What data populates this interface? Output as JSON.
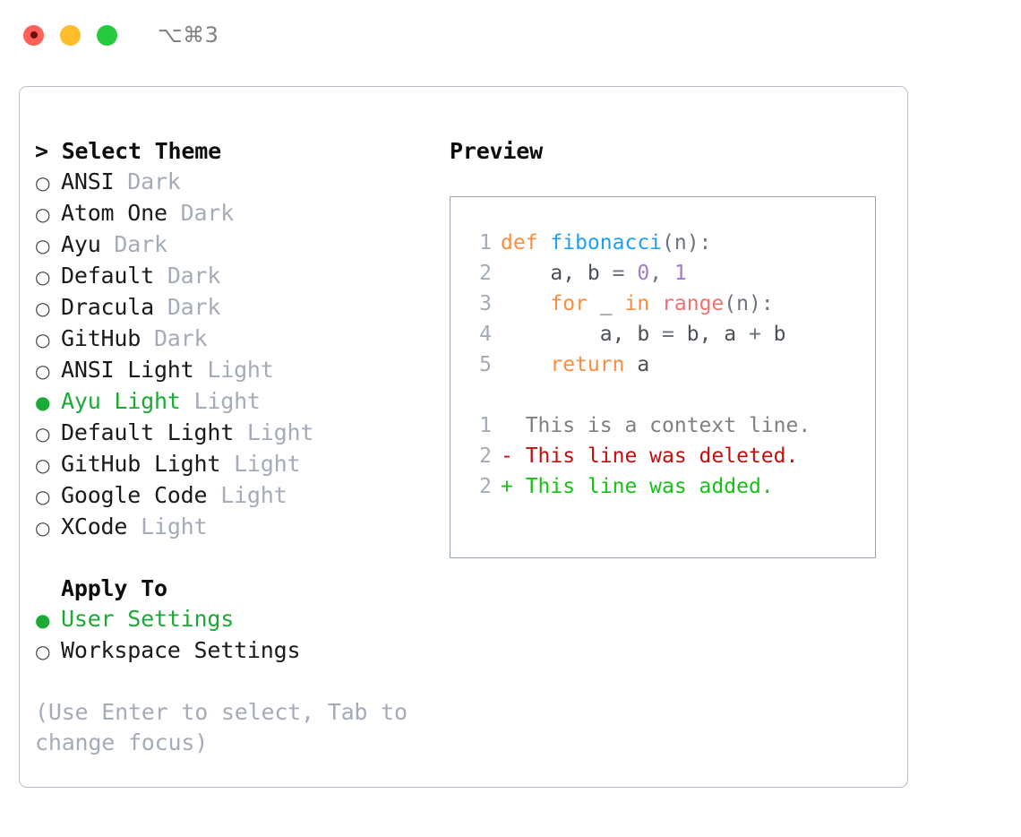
{
  "titlebar": {
    "lights": [
      {
        "name": "close-button",
        "color": "#ff6158"
      },
      {
        "name": "minimize-button",
        "color": "#ffbd2e"
      },
      {
        "name": "maximize-button",
        "color": "#27c93f"
      }
    ],
    "shortcut": "⌥⌘3"
  },
  "theme_list": {
    "header": "> Select Theme",
    "items": [
      {
        "marker": "○",
        "selected": false,
        "label": "ANSI",
        "suffix": "Dark"
      },
      {
        "marker": "○",
        "selected": false,
        "label": "Atom One",
        "suffix": "Dark"
      },
      {
        "marker": "○",
        "selected": false,
        "label": "Ayu",
        "suffix": "Dark"
      },
      {
        "marker": "○",
        "selected": false,
        "label": "Default",
        "suffix": "Dark"
      },
      {
        "marker": "○",
        "selected": false,
        "label": "Dracula",
        "suffix": "Dark"
      },
      {
        "marker": "○",
        "selected": false,
        "label": "GitHub",
        "suffix": "Dark"
      },
      {
        "marker": "○",
        "selected": false,
        "label": "ANSI Light",
        "suffix": "Light"
      },
      {
        "marker": "●",
        "selected": true,
        "label": "Ayu Light",
        "suffix": "Light"
      },
      {
        "marker": "○",
        "selected": false,
        "label": "Default Light",
        "suffix": "Light"
      },
      {
        "marker": "○",
        "selected": false,
        "label": "GitHub Light",
        "suffix": "Light"
      },
      {
        "marker": "○",
        "selected": false,
        "label": "Google Code",
        "suffix": "Light"
      },
      {
        "marker": "○",
        "selected": false,
        "label": "XCode",
        "suffix": "Light"
      }
    ]
  },
  "apply_to": {
    "header": "Apply To",
    "items": [
      {
        "marker": "●",
        "selected": true,
        "label": "User Settings",
        "suffix": ""
      },
      {
        "marker": "○",
        "selected": false,
        "label": "Workspace Settings",
        "suffix": ""
      }
    ]
  },
  "hint": "(Use Enter to select, Tab to change focus)",
  "preview": {
    "title": "Preview",
    "code_lines": [
      {
        "number": "1",
        "tokens": [
          {
            "text": "def ",
            "type": "kw"
          },
          {
            "text": "fibonacci",
            "type": "fn"
          },
          {
            "text": "(n):",
            "type": "pn"
          }
        ]
      },
      {
        "number": "2",
        "tokens": [
          {
            "text": "    a, b ",
            "type": "plain"
          },
          {
            "text": "= ",
            "type": "pn"
          },
          {
            "text": "0",
            "type": "num"
          },
          {
            "text": ", ",
            "type": "pn"
          },
          {
            "text": "1",
            "type": "num"
          }
        ]
      },
      {
        "number": "3",
        "tokens": [
          {
            "text": "    ",
            "type": "plain"
          },
          {
            "text": "for ",
            "type": "kw"
          },
          {
            "text": "_ ",
            "type": "plain"
          },
          {
            "text": "in ",
            "type": "kw"
          },
          {
            "text": "range",
            "type": "bi"
          },
          {
            "text": "(n):",
            "type": "pn"
          }
        ]
      },
      {
        "number": "4",
        "tokens": [
          {
            "text": "        a, b ",
            "type": "plain"
          },
          {
            "text": "= ",
            "type": "pn"
          },
          {
            "text": "b, a ",
            "type": "plain"
          },
          {
            "text": "+ ",
            "type": "pn"
          },
          {
            "text": "b",
            "type": "plain"
          }
        ]
      },
      {
        "number": "5",
        "tokens": [
          {
            "text": "    ",
            "type": "plain"
          },
          {
            "text": "return ",
            "type": "kw"
          },
          {
            "text": "a",
            "type": "plain"
          }
        ]
      }
    ],
    "diff_lines": [
      {
        "number": "1",
        "kind": "ctx",
        "text": "  This is a context line."
      },
      {
        "number": "2",
        "kind": "del",
        "text": "- This line was deleted."
      },
      {
        "number": "2",
        "kind": "add",
        "text": "+ This line was added."
      }
    ]
  },
  "colors": {
    "accent_green": "#1aaa35",
    "muted": "#a4acb9",
    "keyword": "#fa8d3e",
    "function": "#1f9ff0",
    "number": "#a37acc",
    "builtin": "#f07171",
    "diff_add": "#16c216",
    "diff_del": "#c10f0f",
    "panel_border": "#b6bfcc",
    "preview_border": "#99a4b3"
  }
}
